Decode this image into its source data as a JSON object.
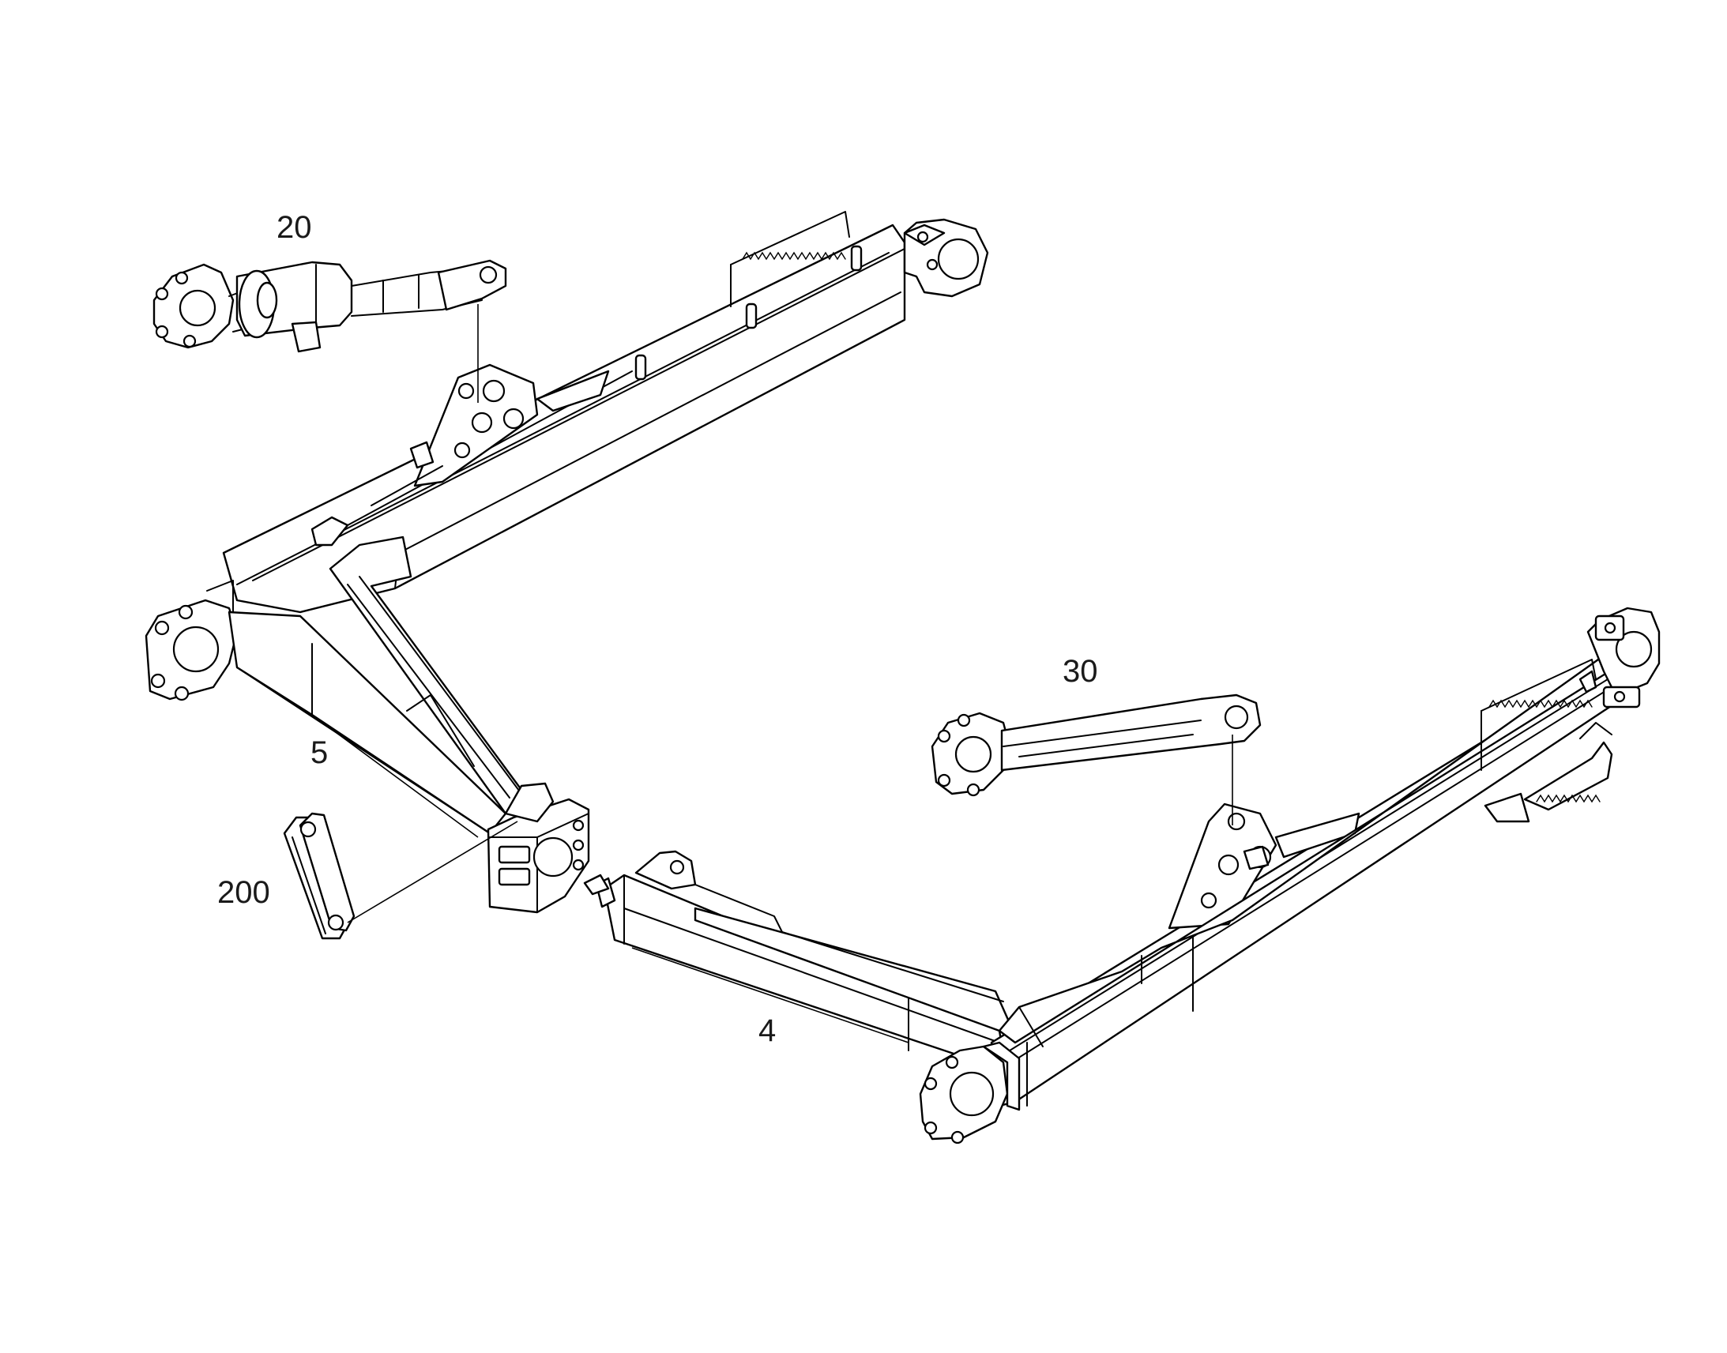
{
  "callouts": {
    "part_20": "20",
    "part_30": "30",
    "part_5": "5",
    "part_200": "200",
    "part_4": "4"
  },
  "colors": {
    "line": "#000000",
    "label": "#1a1a1a",
    "background": "#ffffff"
  }
}
